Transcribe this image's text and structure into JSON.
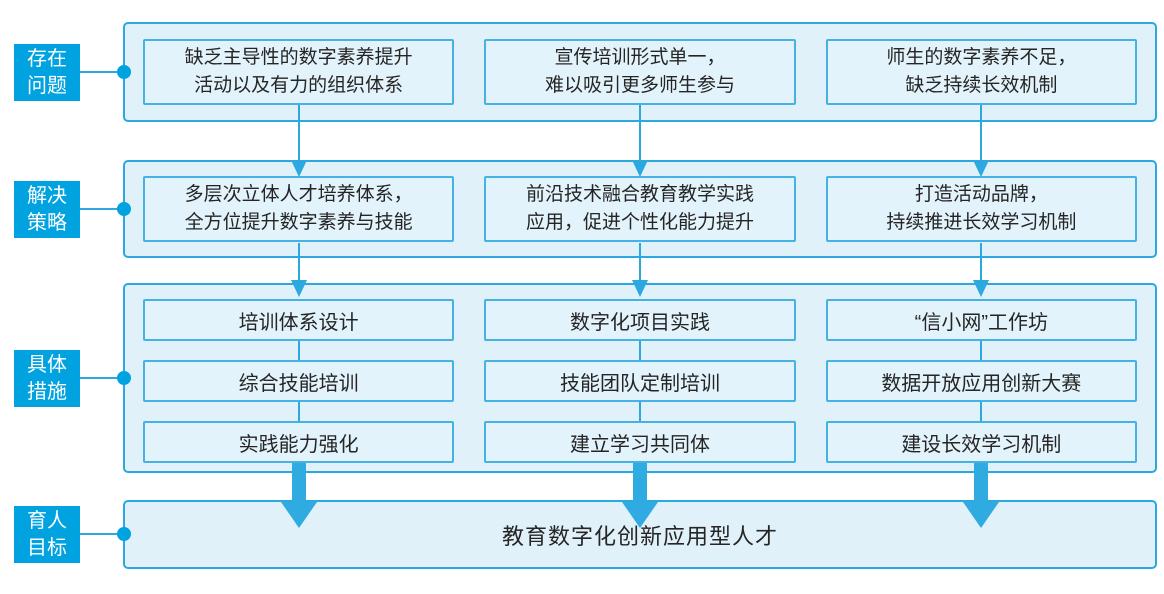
{
  "colors": {
    "accent_blue": "#00a2df",
    "line_blue": "#2ba8e0",
    "panel_fill": "#e0f1f9",
    "text_dark": "#252525"
  },
  "diagram": {
    "rows": [
      {
        "label_lines": [
          "存在",
          "问题"
        ],
        "boxes": [
          {
            "lines": [
              "缺乏主导性的数字素养提升",
              "活动以及有力的组织体系"
            ]
          },
          {
            "lines": [
              "宣传培训形式单一，",
              "难以吸引更多师生参与"
            ]
          },
          {
            "lines": [
              "师生的数字素养不足，",
              "缺乏持续长效机制"
            ]
          }
        ]
      },
      {
        "label_lines": [
          "解决",
          "策略"
        ],
        "boxes": [
          {
            "lines": [
              "多层次立体人才培养体系，",
              "全方位提升数字素养与技能"
            ]
          },
          {
            "lines": [
              "前沿技术融合教育教学实践",
              "应用，促进个性化能力提升"
            ]
          },
          {
            "lines": [
              "打造活动品牌，",
              "持续推进长效学习机制"
            ]
          }
        ]
      },
      {
        "label_lines": [
          "具体",
          "措施"
        ],
        "columns": [
          {
            "boxes": [
              "培训体系设计",
              "综合技能培训",
              "实践能力强化"
            ]
          },
          {
            "boxes": [
              "数字化项目实践",
              "技能团队定制培训",
              "建立学习共同体"
            ]
          },
          {
            "boxes": [
              "“信小网”工作坊",
              "数据开放应用创新大赛",
              "建设长效学习机制"
            ]
          }
        ]
      },
      {
        "label_lines": [
          "育人",
          "目标"
        ],
        "text": "教育数字化创新应用型人才"
      }
    ]
  }
}
